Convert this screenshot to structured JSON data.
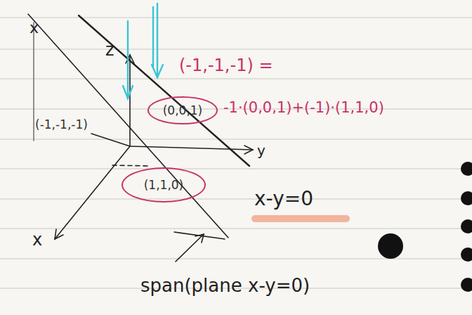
{
  "diagram": {
    "nodes": [
      {
        "text": [
          "(0,0,1)"
        ]
      },
      {
        "text": [
          "(1,1,0)"
        ]
      }
    ],
    "labels": [
      "x",
      "z",
      "(-1,-1,-1) =",
      "-1·(0,0,1)+(-1)·(1,1,0)",
      "(-1,-1,-1)",
      "y",
      "x",
      "x-y=0",
      "span(plane x-y=0)"
    ]
  }
}
